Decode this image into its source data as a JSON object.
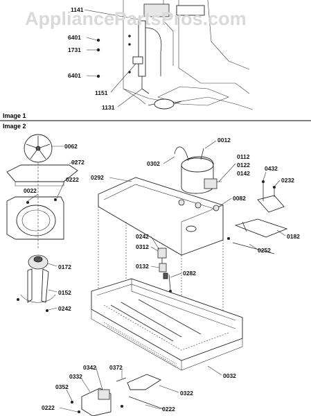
{
  "watermark": "AppliancePartsPros.com",
  "captions": {
    "image1": "Image 1",
    "image2": "Image 2"
  },
  "image1_labels": [
    "1141",
    "6401",
    "1731",
    "6401",
    "1151",
    "1131"
  ],
  "image2_labels": [
    "0062",
    "0272",
    "0022",
    "0222",
    "0292",
    "0302",
    "0012",
    "0112",
    "0122",
    "0142",
    "0432",
    "0232",
    "0082",
    "0182",
    "0252",
    "0242",
    "0312",
    "0132",
    "0282",
    "0172",
    "0152",
    "0242",
    "0342",
    "0372",
    "0332",
    "0352",
    "0222",
    "0322",
    "0222",
    "0032"
  ],
  "colors": {
    "line": "#222222",
    "watermark": "#d9d9d9",
    "background": "#ffffff"
  }
}
